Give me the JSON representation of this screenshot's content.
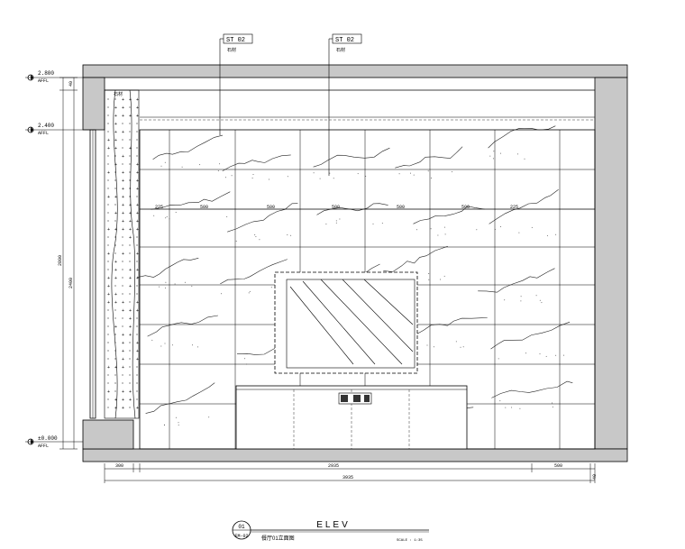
{
  "tags": [
    {
      "code": "ST 02",
      "note": "石材"
    },
    {
      "code": "ST 02",
      "note": "石材"
    }
  ],
  "levels": [
    {
      "value": "2.800",
      "sub": "AFFL"
    },
    {
      "value": "2.400",
      "sub": "AFFL"
    },
    {
      "value": "±0.000",
      "sub": "AFFL"
    }
  ],
  "top_label": "石材",
  "left_dims": [
    "40",
    "2800",
    "2400"
  ],
  "panel_dims": [
    "225",
    "500",
    "500",
    "500",
    "500",
    "500",
    "225"
  ],
  "bottom_dims": {
    "a": "300",
    "b": "2935",
    "c": "500",
    "total": "3935",
    "right": "40"
  },
  "title": {
    "number": "01",
    "sheet": "EM-02",
    "heading": "ELEV",
    "name": "餐厅01立面图",
    "scale": "SCALE : 1:35"
  },
  "colors": {
    "wall": "#c8c8c8",
    "line": "#000000",
    "marble": "#333333"
  }
}
